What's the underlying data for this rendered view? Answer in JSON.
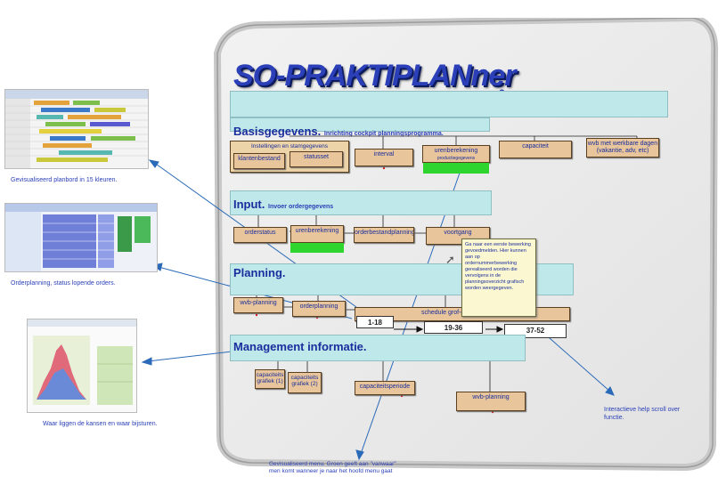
{
  "title": "SO-PRAKTIPLANner",
  "help_mark": "?",
  "sections": {
    "basis": {
      "title": "Basisgegevens.",
      "subtitle": "Inrichting cockpit planningsprogramma."
    },
    "input": {
      "title": "Input.",
      "subtitle": "Invoer ordergegevens"
    },
    "planning": {
      "title": "Planning."
    },
    "management": {
      "title": "Management informatie."
    }
  },
  "basis_boxes": {
    "group_label": "Instellingen en stamgegevens",
    "klantenbestand": "klantenbestand",
    "statusset": "statusset",
    "interval": "interval",
    "urenberekening": "urenberekening",
    "urenberekening_sub": "productiegegevens",
    "capaciteit": "capaciteit",
    "wvb": "wvb met werkbare dagen (vakantie, adv, etc)"
  },
  "input_boxes": {
    "orderstatus": "orderstatus",
    "urenberekening": "urenberekening",
    "orderbestandplanning": "orderbestandplanning",
    "voortgang": "voortgang"
  },
  "planning_boxes": {
    "wvb_planning": "wvb-planning",
    "orderplanning": "orderplanning",
    "schedule": "schedule grof-detail",
    "weeks1": "1-18",
    "weeks2": "19-36",
    "weeks3": "37-52"
  },
  "mgmt_boxes": {
    "cap1": "capaciteits grafiek (1)",
    "cap2": "capaciteits grafiek (2)",
    "capaciteitsperiode": "capaciteitsperiode",
    "wvb_planning": "wvb-planning"
  },
  "tooltip": "Ga naar een eerste bewerking gevoedmelden. Hier kunnen aan op ordernummerbewerking gerealiseerd worden die vervolgens in de planningsoverzicht grafisch worden weergegeven.",
  "captions": {
    "planbord": "Gevisualiseerd planbord in 15 kleuren.",
    "orderplanning": "Orderplanning, status lopende orders.",
    "kansen": "Waar liggen de kansen en waar bijsturen.",
    "helpscroll": "Interactieve help scroll over functie.",
    "menu": "Gevisualiseerd menu. Groen geeft aan \"vanwaar\" men komt wanneer je naar het hoofd menu gaat"
  },
  "colors": {
    "accent": "#2a3fb8",
    "band": "#bfe8ea",
    "box": "#e8c59a",
    "green": "#2fd52f",
    "arrow": "#2a6ab8"
  }
}
